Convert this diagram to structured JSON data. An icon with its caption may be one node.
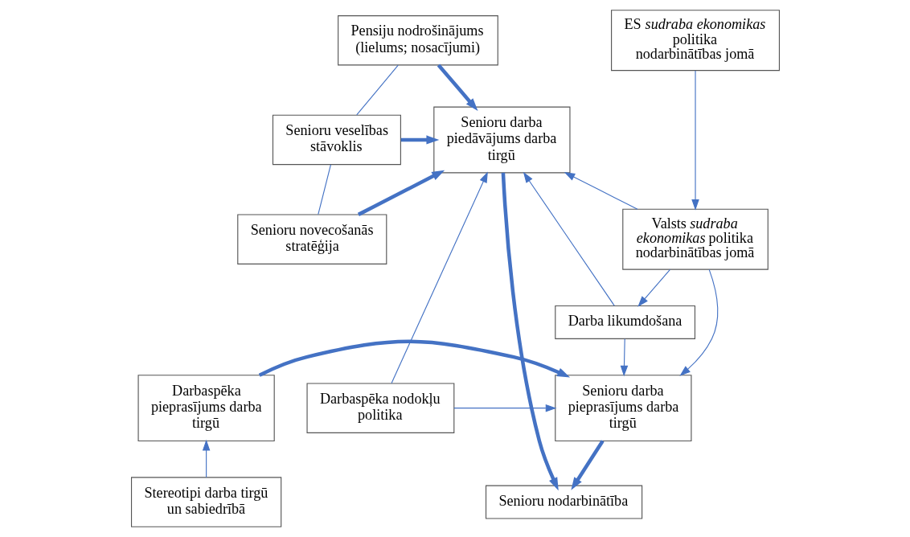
{
  "diagram": {
    "nodes": [
      {
        "text": [
          "Pensiju nodrošinājums (lielums; nosacījumi)"
        ]
      },
      {
        "text": [
          "Senioru veselības stāvoklis"
        ]
      },
      {
        "text": [
          "Senioru novecošanās stratēģija"
        ]
      },
      {
        "text": [
          "Senioru darba piedāvājums darba tirgū"
        ]
      },
      {
        "text": [
          "ES *sudraba ekonomikas* politika nodarbinātības jomā"
        ]
      },
      {
        "text": [
          "Senioru nodarbinātība"
        ]
      },
      {
        "text": [
          "Valsts *sudraba ekonomikas* politika nodarbinātības jomā"
        ]
      },
      {
        "text": [
          "Stereotipi darba tirgū un sabiedrībā"
        ]
      },
      {
        "text": [
          "Darba likumdošana"
        ]
      },
      {
        "text": [
          "Darbaspēka pieprasījums darba tirgū"
        ]
      },
      {
        "text": [
          "Senioru darba pieprasījums darba tirgū"
        ]
      },
      {
        "text": [
          "Darbaspēka nodokļu politika"
        ]
      }
    ],
    "edges": [
      {
        "from": 0,
        "to": 1,
        "arrow": "none"
      },
      {
        "from": 1,
        "to": 2,
        "arrow": "none"
      },
      {
        "from": 0,
        "to": 3,
        "arrow": "to",
        "style": "thick"
      },
      {
        "from": 1,
        "to": 3,
        "arrow": "to",
        "style": "thick"
      },
      {
        "from": 2,
        "to": 3,
        "arrow": "to",
        "style": "thick"
      },
      {
        "from": 3,
        "to": 5,
        "arrow": "to",
        "style": "thick"
      },
      {
        "from": 4,
        "to": 6,
        "arrow": "to"
      },
      {
        "from": 6,
        "to": 3,
        "arrow": "to"
      },
      {
        "from": 6,
        "to": 10,
        "arrow": "to"
      },
      {
        "from": 6,
        "to": 8,
        "arrow": "to"
      },
      {
        "from": 8,
        "to": 3,
        "arrow": "to"
      },
      {
        "from": 8,
        "to": 10,
        "arrow": "to"
      },
      {
        "from": 11,
        "to": 3,
        "arrow": "to"
      },
      {
        "from": 11,
        "to": 10,
        "arrow": "to"
      },
      {
        "from": 7,
        "to": 9,
        "arrow": "to"
      },
      {
        "from": 9,
        "to": 10,
        "arrow": "to",
        "style": "thick"
      },
      {
        "from": 10,
        "to": 5,
        "arrow": "to",
        "style": "thick"
      }
    ]
  }
}
